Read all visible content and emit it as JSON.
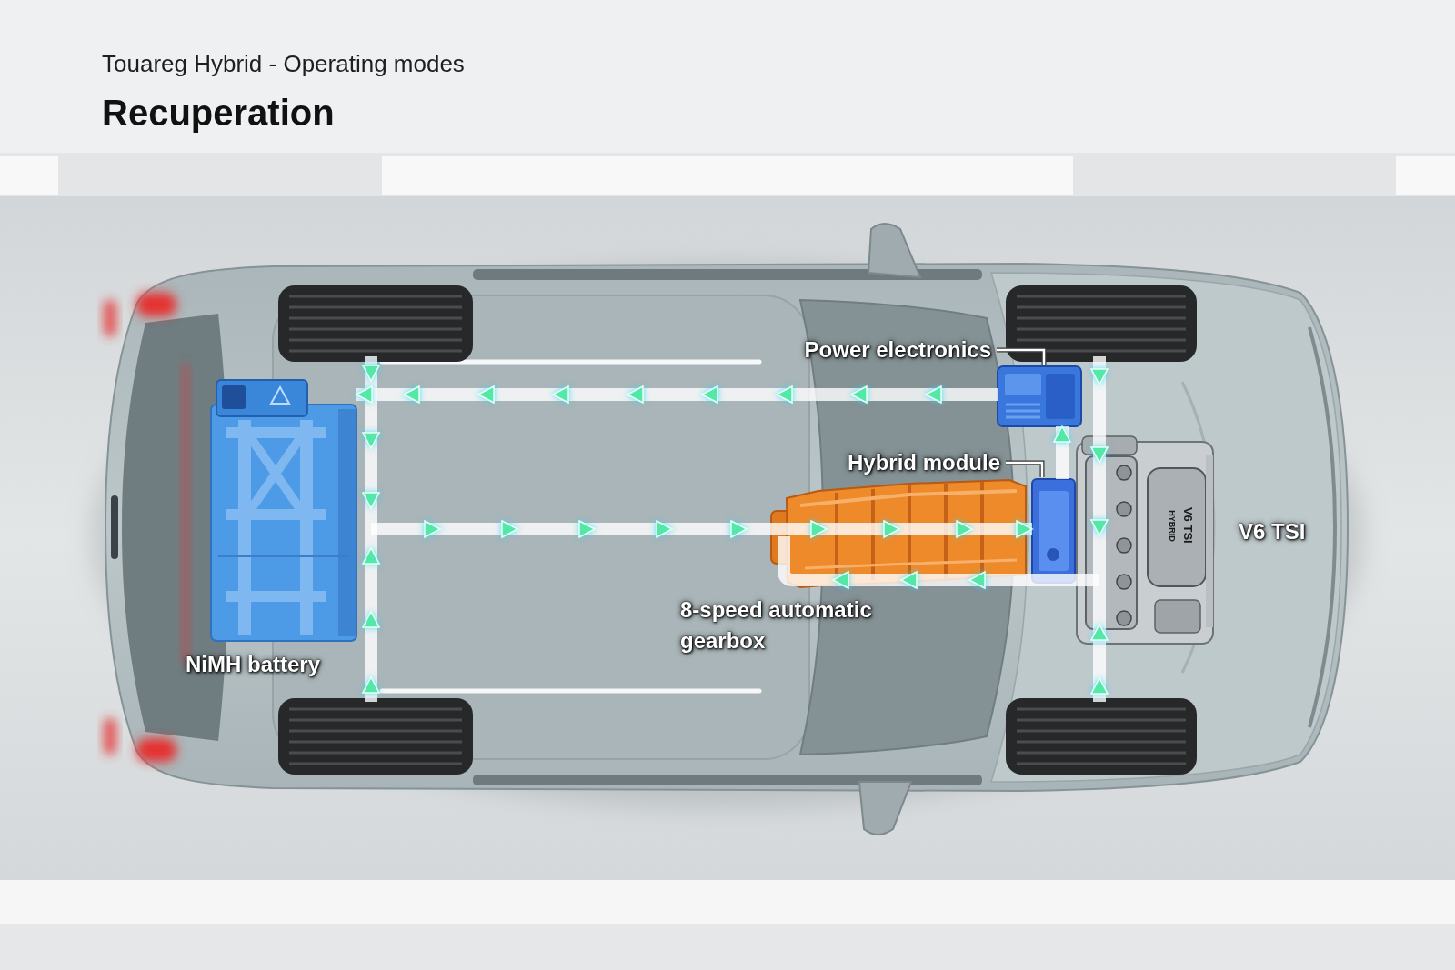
{
  "diagram": {
    "title": "Recuperation",
    "nodes": [
      {
        "text": [
          "Power electronics"
        ]
      },
      {
        "text": [
          "Hybrid module"
        ]
      },
      {
        "text": [
          "V6 TSI"
        ]
      },
      {
        "text": [
          "8-speed automatic gearbox"
        ]
      },
      {
        "text": [
          "NiMH battery"
        ]
      }
    ],
    "edges": [
      {
        "from": 3,
        "to": 1,
        "arrow": "to"
      },
      {
        "from": 1,
        "to": 0,
        "arrow": "to"
      },
      {
        "from": 0,
        "to": 4,
        "arrow": "to"
      }
    ],
    "labels": [
      "Touareg Hybrid - Operating modes",
      "V6 TSI",
      "HYBRID"
    ]
  }
}
